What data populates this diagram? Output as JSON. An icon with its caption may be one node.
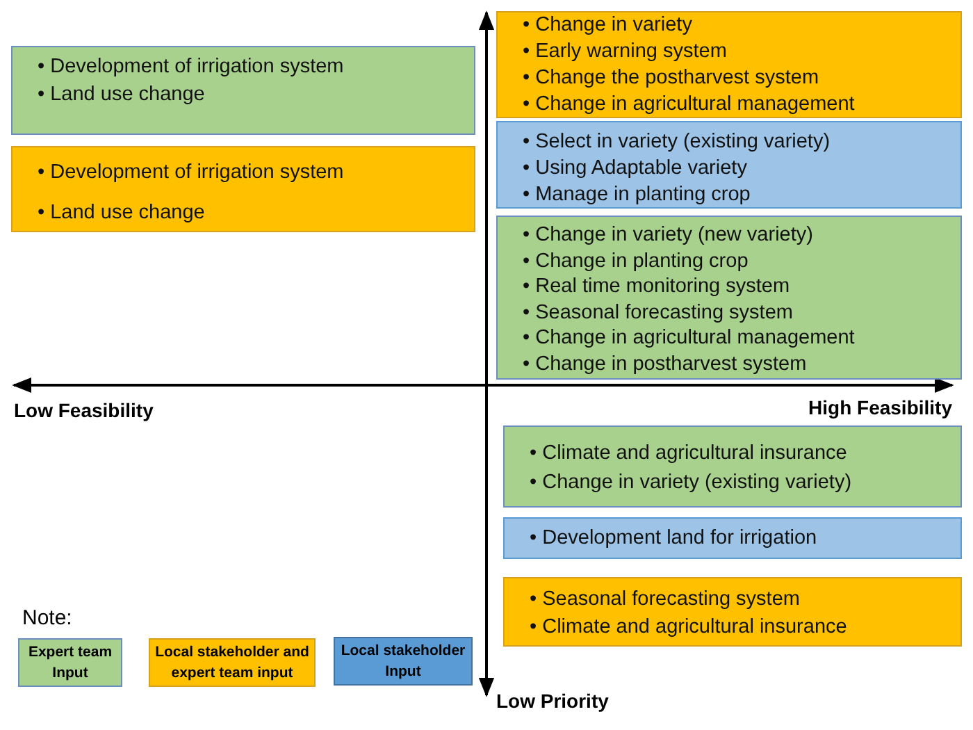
{
  "diagram": {
    "nodes": [
      {
        "text": [
          "• Development of irrigation system",
          "• Land use change"
        ]
      },
      {
        "text": [
          "• Development of irrigation system",
          "• Land use change"
        ]
      },
      {
        "text": [
          "• Change in variety",
          "• Early warning system",
          "• Change the postharvest system",
          "• Change in agricultural management"
        ]
      },
      {
        "text": [
          "• Select in variety (existing variety)",
          "• Using Adaptable variety",
          "• Manage in planting crop"
        ]
      },
      {
        "text": [
          "• Change in variety (new variety)",
          "• Change in planting crop",
          "• Real time monitoring system",
          "• Seasonal forecasting system",
          "• Change in agricultural management",
          "• Change in postharvest system"
        ]
      },
      {
        "text": [
          "• Climate and agricultural insurance",
          "• Change in variety (existing variety)"
        ]
      },
      {
        "text": [
          "• Development land for irrigation"
        ]
      },
      {
        "text": [
          "• Seasonal forecasting system",
          "• Climate and agricultural insurance"
        ]
      }
    ],
    "edges": [],
    "labels": [
      "Low Feasibility",
      "High Feasibility",
      "Low Priority",
      "Note:"
    ],
    "legend": [
      {
        "text": "Expert team Input",
        "color": "#a9d18e"
      },
      {
        "text": "Local stakeholder and expert team input",
        "color": "#ffc000"
      },
      {
        "text": "Local stakeholder Input",
        "color": "#5b9bd5"
      }
    ]
  }
}
